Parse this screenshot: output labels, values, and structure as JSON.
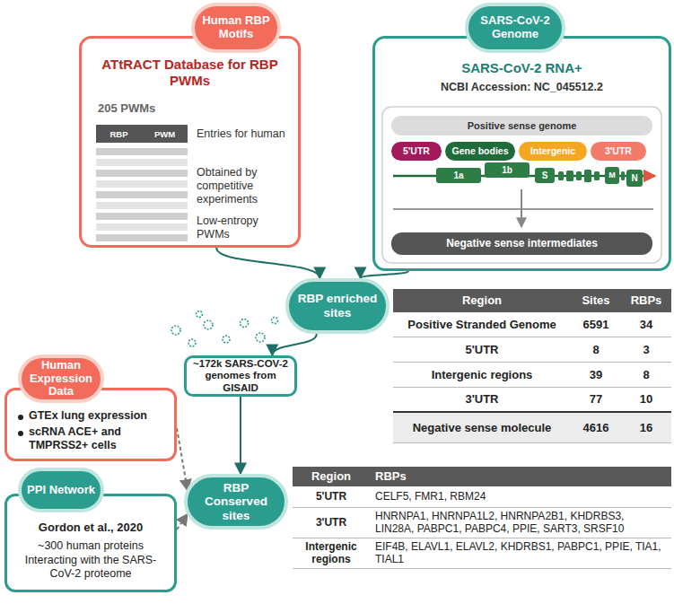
{
  "diagram": {
    "nodes": [
      {
        "text": [
          "Human RBP Motifs",
          "ATtRACT Database for RBP PWMs",
          "205 PWMs",
          "Entries for human",
          "Obtained by competitive experiments",
          "Low-entropy PWMs"
        ]
      },
      {
        "text": [
          "RBP",
          "PWM"
        ],
        "in": 0
      },
      {
        "text": [
          "SARS-CoV-2 Genome",
          "SARS-CoV-2 RNA+",
          "NCBI Accession: NC_045512.2"
        ]
      },
      {
        "text": [
          "Positive sense genome"
        ],
        "in": 2
      },
      {
        "text": [
          "5'UTR"
        ],
        "in": 2
      },
      {
        "text": [
          "Gene bodies"
        ],
        "in": 2
      },
      {
        "text": [
          "Intergenic"
        ],
        "in": 2
      },
      {
        "text": [
          "3'UTR"
        ],
        "in": 2
      },
      {
        "text": [
          "1a"
        ],
        "in": 2
      },
      {
        "text": [
          "1b"
        ],
        "in": 2
      },
      {
        "text": [
          "S"
        ],
        "in": 2
      },
      {
        "text": [
          "M"
        ],
        "in": 2
      },
      {
        "text": [
          "N"
        ],
        "in": 2
      },
      {
        "text": [
          "Negative sense intermediates"
        ],
        "in": 2
      },
      {
        "text": [
          "RBP enriched sites"
        ]
      },
      {
        "text": [
          "~172k SARS-COV-2 genomes from GISAID"
        ]
      },
      {
        "text": [
          "Human Expression Data",
          "GTEx lung expression",
          "scRNA ACE+ and TMPRSS2+ cells"
        ]
      },
      {
        "text": [
          "PPI Network",
          "Gordon et al., 2020",
          "~300 human proteins Interacting with the SARS-CoV-2 proteome"
        ]
      },
      {
        "text": [
          "RBP Conserved sites"
        ]
      }
    ],
    "edges": [
      {
        "from": 0,
        "to": 14,
        "arrow": "to"
      },
      {
        "from": 2,
        "to": 14,
        "arrow": "to"
      },
      {
        "from": 14,
        "to": 15,
        "arrow": "to"
      },
      {
        "from": 15,
        "to": 18,
        "arrow": "to"
      },
      {
        "from": 16,
        "to": 18,
        "arrow": "to"
      },
      {
        "from": 17,
        "to": 18,
        "arrow": "to"
      }
    ],
    "labels": [
      "Region",
      "Sites",
      "RBPs",
      "Positive Stranded Genome",
      "6591",
      "34",
      "5'UTR",
      "8",
      "3",
      "Intergenic regions",
      "39",
      "8",
      "3'UTR",
      "77",
      "10",
      "Negative sense molecule",
      "4616",
      "16",
      "Region",
      "RBPs",
      "5'UTR",
      "CELF5, FMR1, RBM24",
      "3'UTR",
      "HNRNPA1, HNRNPA1L2, HNRNPA2B1, KHDRBS3, LIN28A, PABPC1, PABPC4, PPIE, SART3, SRSF10",
      "Intergenic regions",
      "EIF4B, ELAVL1, ELAVL2, KHDRBS1, PABPC1, PPIE, TIA1, TIAL1"
    ]
  }
}
